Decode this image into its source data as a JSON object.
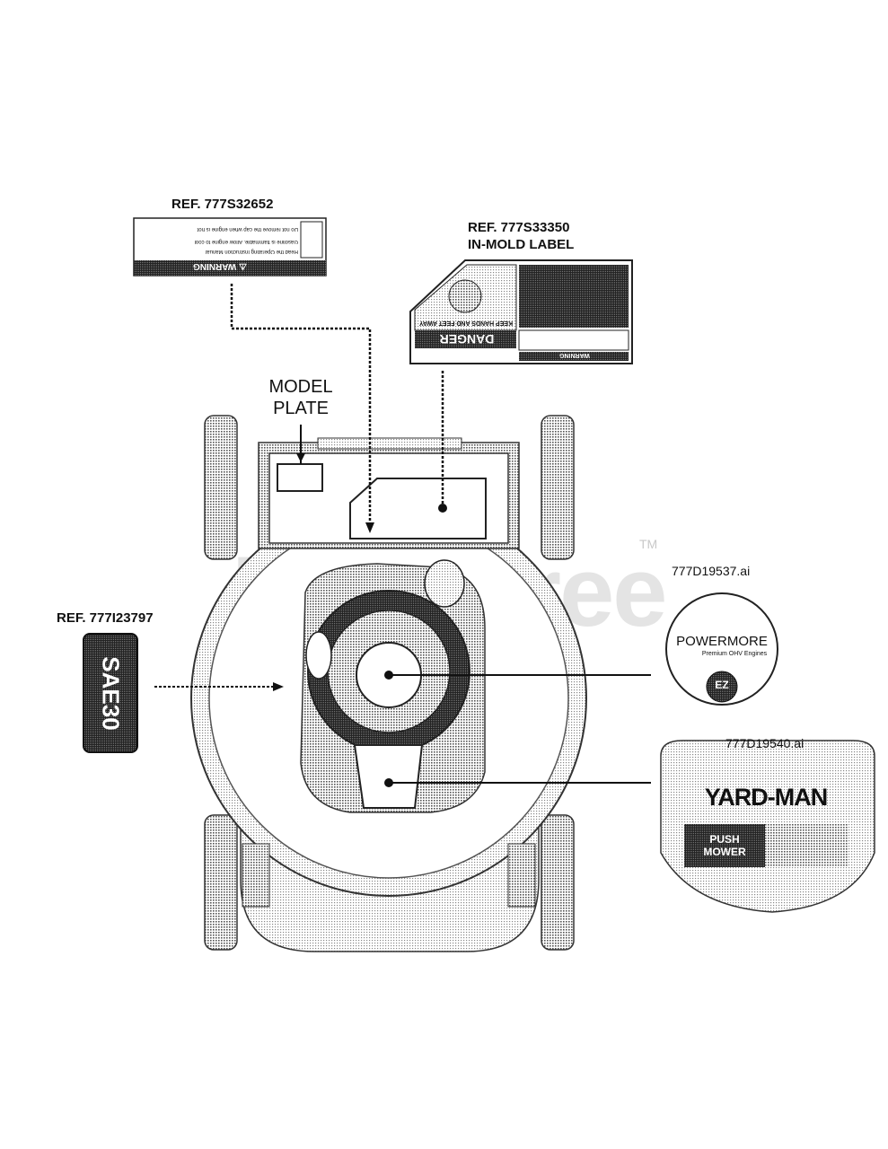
{
  "watermark": {
    "text": "PartsTree",
    "tm": "TM"
  },
  "model_plate": {
    "line1": "MODEL",
    "line2": "PLATE"
  },
  "decal_1": {
    "ref": "REF. 777S32652",
    "warning_title": "⚠ WARNING",
    "lines": [
      "Read the Operating Instruction Manual",
      "Gasoline is flammable. Allow engine to cool",
      "Do not remove the cap when engine is hot"
    ]
  },
  "decal_2": {
    "ref_line1": "REF. 777S33350",
    "ref_line2": "IN-MOLD LABEL",
    "danger_title": "DANGER",
    "danger_sub": "KEEP HANDS AND FEET AWAY",
    "warning_title": "WARNING"
  },
  "decal_3": {
    "ref": "REF. 777I23797",
    "text": "SAE30"
  },
  "decal_4": {
    "file": "777D19537.ai",
    "brand": "POWERMORE",
    "tagline": "Premium OHV Engines",
    "badge": "EZ"
  },
  "decal_5": {
    "file": "777D19540.ai",
    "brand": "YARD-MAN",
    "type_line1": "PUSH",
    "type_line2": "MOWER"
  },
  "colors": {
    "ink": "#111111",
    "screen": "#7a7a7a",
    "watermark": "#e4e4e4"
  }
}
